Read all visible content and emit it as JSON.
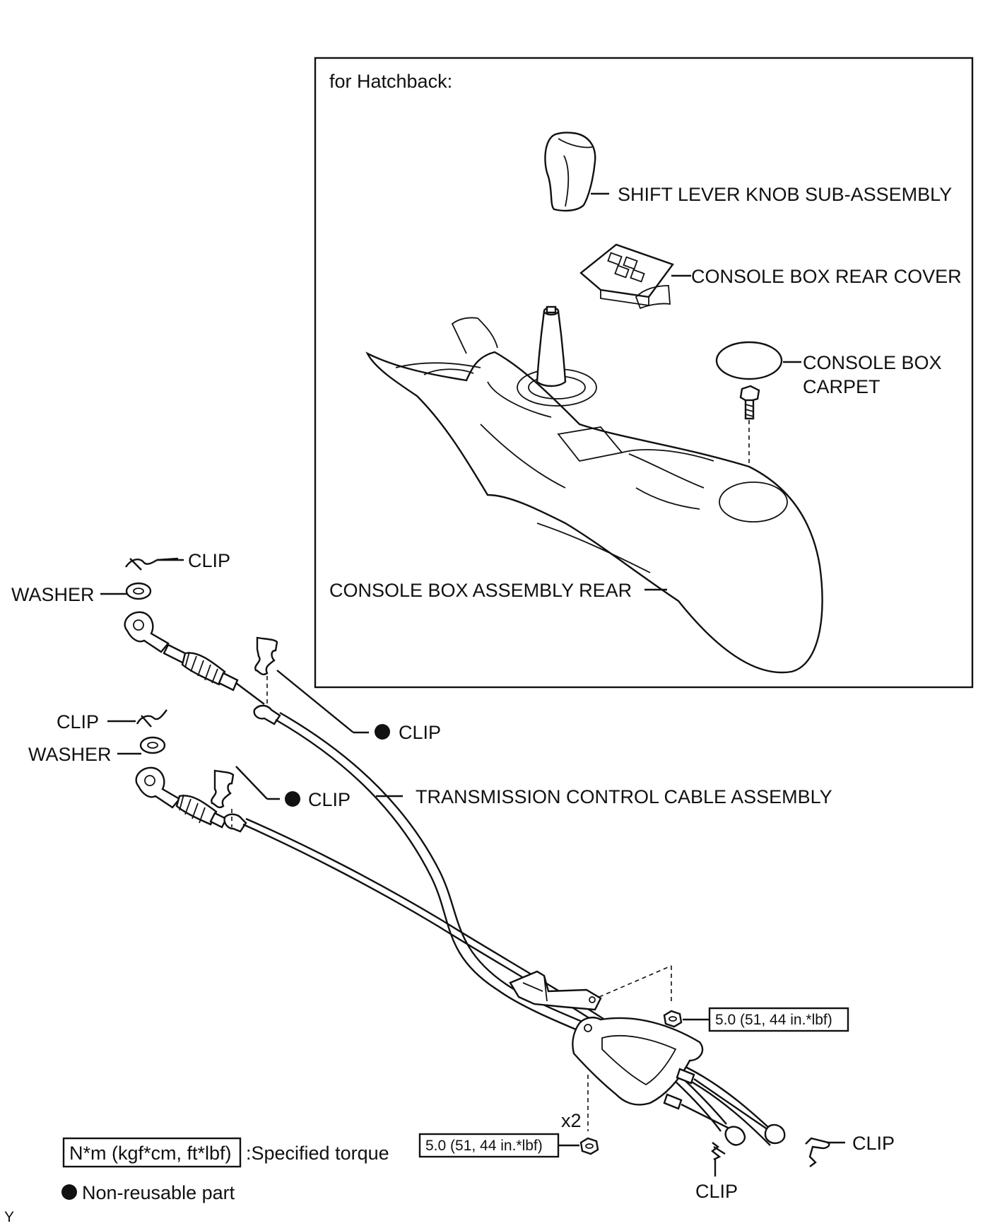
{
  "inset": {
    "title": "for Hatchback:",
    "labels": {
      "shift_knob": "SHIFT LEVER KNOB SUB-ASSEMBLY",
      "rear_cover": "CONSOLE BOX REAR COVER",
      "carpet_line1": "CONSOLE BOX",
      "carpet_line2": "CARPET",
      "console_rear": "CONSOLE BOX ASSEMBLY REAR"
    }
  },
  "cable_labels": {
    "clip_upper": "CLIP",
    "washer_upper": "WASHER",
    "clip_nonreusable_upper": "CLIP",
    "clip_mid": "CLIP",
    "washer_lower": "WASHER",
    "clip_nonreusable_lower": "CLIP",
    "cable_assembly": "TRANSMISSION CONTROL CABLE ASSEMBLY",
    "clip_bottom_right": "CLIP",
    "clip_bottom": "CLIP",
    "qty": "x2"
  },
  "torque": {
    "upper": "5.0 (51, 44 in.*lbf)",
    "lower": "5.0 (51, 44 in.*lbf)"
  },
  "legend": {
    "torque_box": "N*m (kgf*cm, ft*lbf)",
    "torque_text": ":Specified torque",
    "nonreusable_text": "Non-reusable part"
  },
  "corner_mark": "Y"
}
